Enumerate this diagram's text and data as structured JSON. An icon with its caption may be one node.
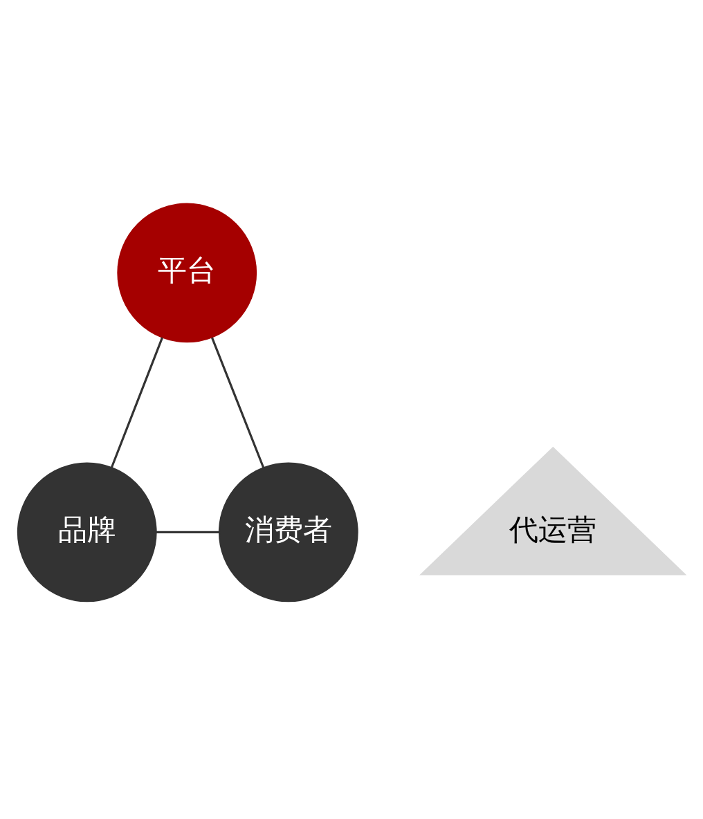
{
  "diagram": {
    "nodes": [
      {
        "text": [
          "平台"
        ]
      },
      {
        "text": [
          "品牌"
        ]
      },
      {
        "text": [
          "消费者"
        ]
      },
      {
        "text": [
          "代运营"
        ]
      }
    ],
    "edges": [
      {
        "from": 0,
        "to": 1,
        "arrow": "none"
      },
      {
        "from": 1,
        "to": 2,
        "arrow": "none"
      },
      {
        "from": 2,
        "to": 0,
        "arrow": "none"
      }
    ]
  }
}
